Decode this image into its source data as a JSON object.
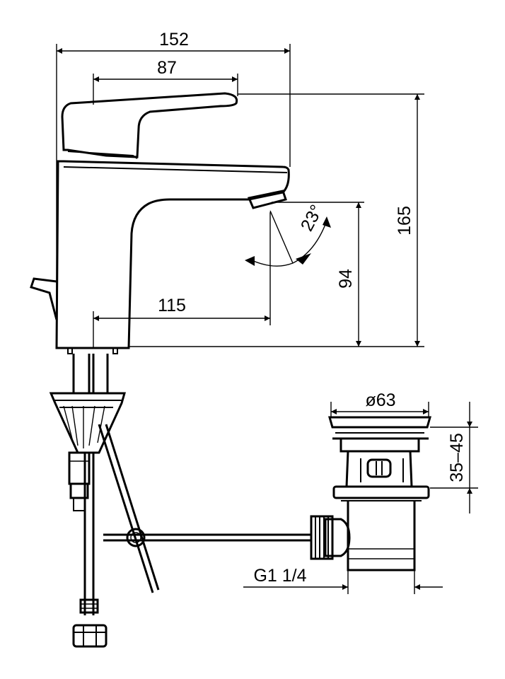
{
  "dimensions": {
    "overall_width": "152",
    "lever_width": "87",
    "spout_reach": "115",
    "overall_height": "165",
    "spout_height": "94",
    "lever_angle": "23°",
    "drain_diameter": "ø63",
    "drain_adjust": "35–45",
    "thread": "G1 1/4"
  },
  "colors": {
    "line": "#000000",
    "background": "#ffffff"
  }
}
